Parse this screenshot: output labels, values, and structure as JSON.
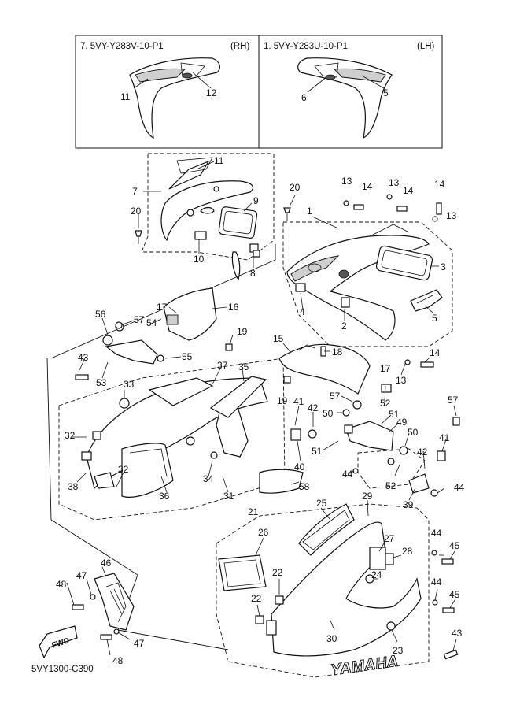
{
  "header": {
    "rh_title": "7. 5VY-Y283V-10-P1",
    "rh_side": "(RH)",
    "lh_title": "1. 5VY-Y283U-10-P1",
    "lh_side": "(LH)"
  },
  "fwd_label": "FWD",
  "brand_text": "YAMAHA",
  "diagram_code": "5VY1300-C390",
  "callouts": {
    "c1": "1",
    "c2": "2",
    "c3": "3",
    "c4": "4",
    "c5": "5",
    "c6": "6",
    "c7": "7",
    "c8": "8",
    "c9": "9",
    "c10": "10",
    "c11": "11",
    "c12": "12",
    "c13": "13",
    "c14": "14",
    "c15": "15",
    "c16": "16",
    "c17": "17",
    "c18": "18",
    "c19": "19",
    "c20": "20",
    "c21": "21",
    "c22": "22",
    "c23": "23",
    "c24": "24",
    "c25": "25",
    "c26": "26",
    "c27": "27",
    "c28": "28",
    "c29": "29",
    "c30": "30",
    "c31": "31",
    "c32": "32",
    "c33": "33",
    "c34": "34",
    "c35": "35",
    "c36": "36",
    "c37": "37",
    "c38": "38",
    "c39": "39",
    "c40": "40",
    "c41": "41",
    "c42": "42",
    "c43": "43",
    "c44": "44",
    "c45": "45",
    "c46": "46",
    "c47": "47",
    "c48": "48",
    "c49": "49",
    "c50": "50",
    "c51": "51",
    "c52": "52",
    "c53": "53",
    "c54": "54",
    "c55": "55",
    "c56": "56",
    "c57": "57",
    "c58": "58"
  }
}
